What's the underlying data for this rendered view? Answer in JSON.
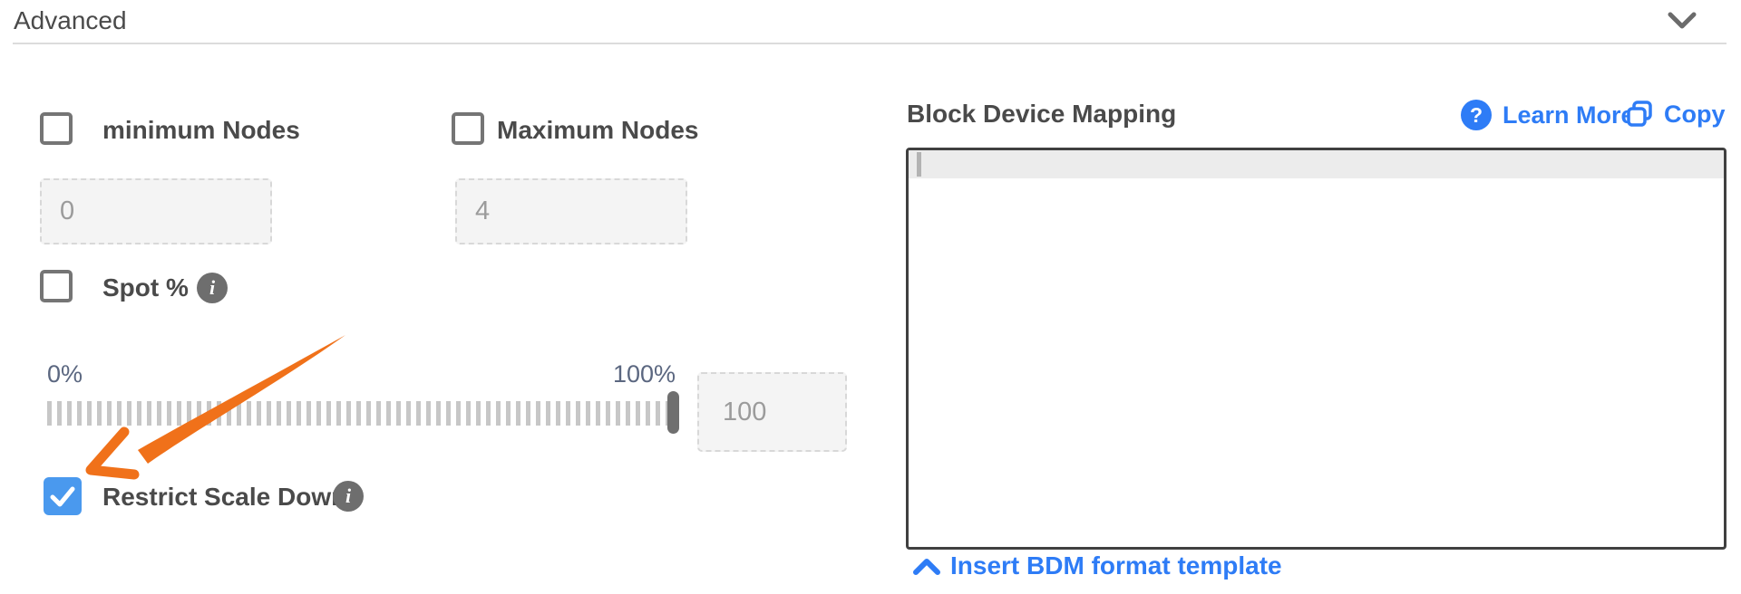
{
  "header": {
    "title": "Advanced",
    "collapsed": false
  },
  "scaling": {
    "minimum_nodes": {
      "label": "minimum Nodes",
      "checked": false,
      "placeholder": "0"
    },
    "maximum_nodes": {
      "label": "Maximum Nodes",
      "checked": false,
      "placeholder": "4"
    },
    "spot": {
      "label": "Spot %",
      "checked": false
    },
    "slider": {
      "min_label": "0%",
      "max_label": "100%",
      "value_placeholder": "100",
      "handle_position_pct": 100
    },
    "restrict_scale_down": {
      "label": "Restrict Scale Down",
      "checked": true
    }
  },
  "bdm": {
    "title": "Block Device Mapping",
    "learn_more_label": "Learn More",
    "copy_label": "Copy",
    "editor_content": "",
    "insert_template_label": "Insert BDM format template"
  },
  "colors": {
    "accent_blue": "#2E7CF6",
    "checkbox_checked_blue": "#4A99EE",
    "arrow_orange": "#F0711A",
    "label_dark": "#4A4A4A",
    "slider_label_slate": "#5B6780",
    "info_icon_gray": "#6E6E6E"
  }
}
